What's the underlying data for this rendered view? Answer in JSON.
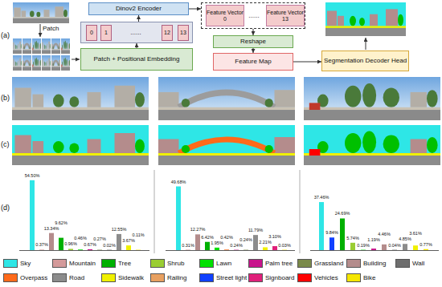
{
  "diagram": {
    "nodes": [
      {
        "text": [
          "Dinov2 Encoder"
        ]
      },
      {
        "text": [
          "......"
        ]
      },
      {
        "text": [
          "0"
        ],
        "in": 1
      },
      {
        "text": [
          "1"
        ],
        "in": 1
      },
      {
        "text": [
          "12"
        ],
        "in": 1
      },
      {
        "text": [
          "13"
        ],
        "in": 1
      },
      {
        "text": [
          "Patch + Positional Embedding"
        ]
      },
      {
        "text": [
          "......"
        ]
      },
      {
        "text": [
          "Feature Vector 0"
        ],
        "in": 7
      },
      {
        "text": [
          "Feature Vector 13"
        ],
        "in": 7
      },
      {
        "text": [
          "Reshape"
        ]
      },
      {
        "text": [
          "Feature Map"
        ]
      },
      {
        "text": [
          "Segmentation Decoder Head"
        ]
      }
    ],
    "edges": [
      {
        "from": 6,
        "to": 1,
        "arrow": "to"
      },
      {
        "from": 1,
        "to": 0,
        "arrow": "to"
      },
      {
        "from": 0,
        "to": 7,
        "arrow": "to"
      },
      {
        "from": 7,
        "to": 10,
        "arrow": "to"
      },
      {
        "from": 10,
        "to": 11,
        "arrow": "to"
      },
      {
        "from": 11,
        "to": 12,
        "arrow": "to"
      }
    ],
    "labels": [
      "Patch",
      "(a)",
      "(b)",
      "(c)",
      "(d)",
      "54.50%",
      "0.37%",
      "13.34%",
      "9.62%",
      "0.96%",
      "0.46%",
      "0.67%",
      "0.27%",
      "0.02%",
      "12.55%",
      "3.67%",
      "0.11%",
      "49.68%",
      "0.31%",
      "12.27%",
      "6.42%",
      "1.95%",
      "0.42%",
      "0.24%",
      "0.24%",
      "11.79%",
      "2.21%",
      "3.10%",
      "0.03%",
      "37.46%",
      "9.84%",
      "24.69%",
      "5.74%",
      "0.19%",
      "1.19%",
      "4.46%",
      "0.04%",
      "4.85%",
      "3.61%",
      "0.77%"
    ],
    "legend": [
      {
        "text": "Sky",
        "color": "#2ee6e6"
      },
      {
        "text": "Mountain",
        "color": "#d49a9a"
      },
      {
        "text": "Tree",
        "color": "#00b000"
      },
      {
        "text": "Shrub",
        "color": "#9acd32"
      },
      {
        "text": "Lawn",
        "color": "#00e000"
      },
      {
        "text": "Palm tree",
        "color": "#c8148c"
      },
      {
        "text": "Grassland",
        "color": "#7a8a4a"
      },
      {
        "text": "Building",
        "color": "#b48c8c"
      },
      {
        "text": "Wall",
        "color": "#6e6e6e"
      },
      {
        "text": "Overpass",
        "color": "#ff6a1a"
      },
      {
        "text": "Road",
        "color": "#8c8c8c"
      },
      {
        "text": "Sidewalk",
        "color": "#f0f000"
      },
      {
        "text": "Railing",
        "color": "#e8a060"
      },
      {
        "text": "Street light",
        "color": "#1040ff"
      },
      {
        "text": "Signboard",
        "color": "#e0207a"
      },
      {
        "text": "Vehicles",
        "color": "#ff0000"
      },
      {
        "text": "Bike",
        "color": "#f5e600"
      }
    ]
  }
}
